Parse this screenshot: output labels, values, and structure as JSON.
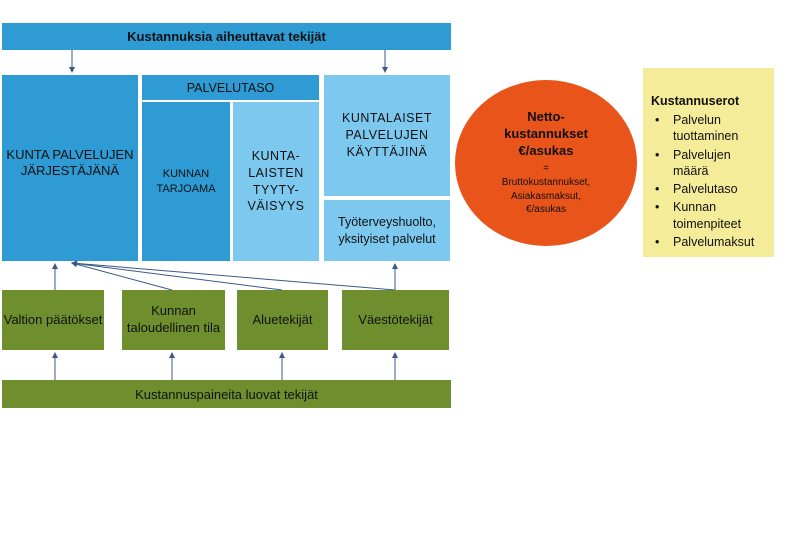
{
  "top_bar": "Kustannuksia aiheuttavat tekijät",
  "kunta_box": "KUNTA PALVELUJEN JÄRJESTÄJÄNÄ",
  "palvelutaso": "PALVELUTASO",
  "kunnan_tarjoama": "KUNNAN TARJOAMA",
  "tyytyvaisyys": "KUNTA-LAISTEN TYYTY-VÄISYYS",
  "kayttajina": "KUNTALAISET PALVELUJEN KÄYTTÄJINÄ",
  "tyoterveys": "Työterveyshuolto, yksityiset palvelut",
  "factors": {
    "valtion": "Valtion päätökset",
    "taloudellinen": "Kunnan taloudellinen tila",
    "aluetekijat": "Aluetekijät",
    "vaestotekijat": "Väestötekijät"
  },
  "bottom_bar": "Kustannuspaineita luovat tekijät",
  "circle": {
    "title": "Netto-\nkustannukset\n€/asukas",
    "equals": "=",
    "desc": "Bruttokustannukset,\nAsiakasmaksut,\n€/asukas"
  },
  "cost_diffs": {
    "title": "Kustannuserot",
    "bullet": "•",
    "items": [
      "Palvelun tuottaminen",
      "Palvelujen määrä",
      "Palvelutaso",
      "Kunnan toimenpiteet",
      "Palvelumaksut"
    ]
  },
  "colors": {
    "dark_blue": "#2e9bd4",
    "light_blue": "#7dc8ef",
    "green": "#6f8f2e",
    "orange": "#e8541a",
    "yellow": "#f5ec99"
  }
}
